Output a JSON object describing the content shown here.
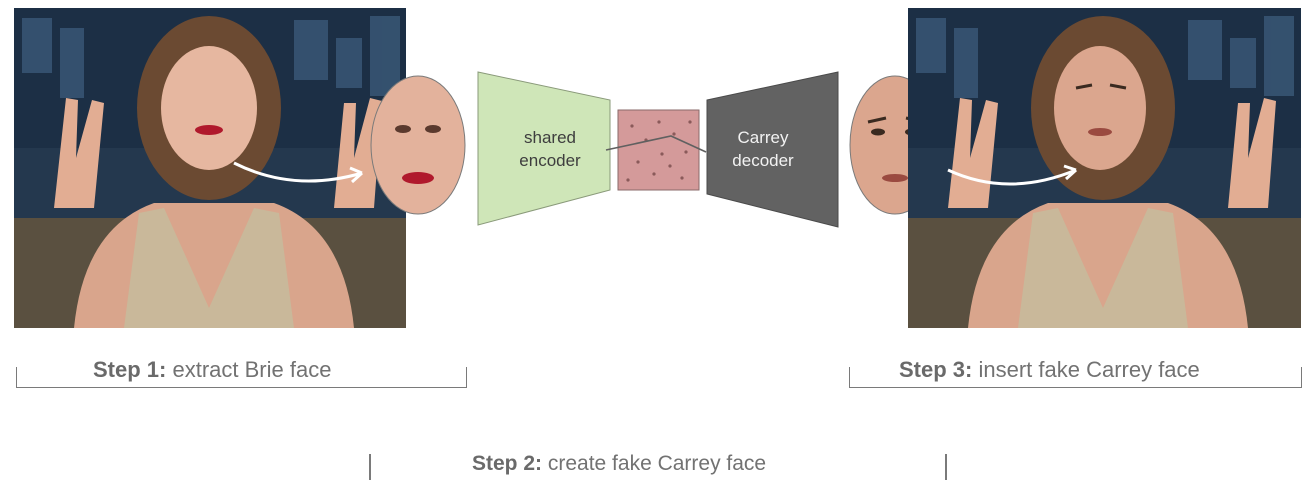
{
  "diagram": {
    "encoder_label": "shared\nencoder",
    "decoder_label": "Carrey\ndecoder",
    "encoder_color": "#cfe6b8",
    "latent_color": "#d49a9a",
    "decoder_color": "#626262"
  },
  "steps": {
    "step1": {
      "prefix": "Step 1:",
      "text": " extract Brie face"
    },
    "step2": {
      "prefix": "Step 2:",
      "text": " create fake Carrey face"
    },
    "step3": {
      "prefix": "Step 3:",
      "text": " insert fake Carrey face"
    }
  }
}
